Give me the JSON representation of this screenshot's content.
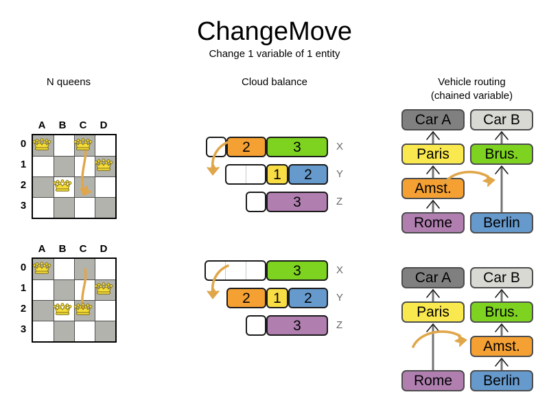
{
  "header": {
    "title": "ChangeMove",
    "subtitle": "Change 1 variable of 1 entity"
  },
  "sections": {
    "nqueens": {
      "title": "N queens"
    },
    "cloud": {
      "title": "Cloud balance"
    },
    "vehicle": {
      "title_line1": "Vehicle routing",
      "title_line2": "(chained variable)"
    }
  },
  "nqueens": {
    "files": [
      "A",
      "B",
      "C",
      "D"
    ],
    "ranks": [
      "0",
      "1",
      "2",
      "3"
    ],
    "before": {
      "queens": [
        {
          "file": 0,
          "rank": 0
        },
        {
          "file": 2,
          "rank": 0
        },
        {
          "file": 3,
          "rank": 1
        },
        {
          "file": 1,
          "rank": 2
        }
      ],
      "move": {
        "from_file": 2,
        "from_rank": 0,
        "to_file": 2,
        "to_rank": 2
      }
    },
    "after": {
      "queens": [
        {
          "file": 0,
          "rank": 0
        },
        {
          "file": 3,
          "rank": 1
        },
        {
          "file": 1,
          "rank": 2
        },
        {
          "file": 2,
          "rank": 2
        }
      ],
      "move": {
        "from_file": 2,
        "from_rank": 0,
        "to_file": 2,
        "to_rank": 2
      }
    }
  },
  "cloud": {
    "row_labels": [
      "X",
      "Y",
      "Z"
    ],
    "before": [
      {
        "label": "X",
        "segments": [
          {
            "value": "",
            "color": "#ffffff",
            "width": 30,
            "empty": true
          },
          {
            "value": "2",
            "color": "#f5a033",
            "width": 58
          },
          {
            "value": "3",
            "color": "#7ed321",
            "width": 90
          }
        ]
      },
      {
        "label": "Y",
        "segments": [
          {
            "value": "",
            "color": "#ffffff",
            "width": 60,
            "empty": true
          },
          {
            "value": "1",
            "color": "#f9dd45",
            "width": 32
          },
          {
            "value": "2",
            "color": "#6699cc",
            "width": 58
          }
        ]
      },
      {
        "label": "Z",
        "segments": [
          {
            "value": "",
            "color": "#ffffff",
            "width": 30,
            "empty": true
          },
          {
            "value": "3",
            "color": "#b07fb0",
            "width": 90
          }
        ]
      }
    ],
    "after": [
      {
        "label": "X",
        "segments": [
          {
            "value": "",
            "color": "#ffffff",
            "width": 90,
            "empty": true
          },
          {
            "value": "3",
            "color": "#7ed321",
            "width": 90
          }
        ]
      },
      {
        "label": "Y",
        "segments": [
          {
            "value": "2",
            "color": "#f5a033",
            "width": 58
          },
          {
            "value": "1",
            "color": "#f9dd45",
            "width": 32
          },
          {
            "value": "2",
            "color": "#6699cc",
            "width": 58
          }
        ]
      },
      {
        "label": "Z",
        "segments": [
          {
            "value": "",
            "color": "#ffffff",
            "width": 30,
            "empty": true
          },
          {
            "value": "3",
            "color": "#b07fb0",
            "width": 90
          }
        ]
      }
    ]
  },
  "vehicle": {
    "before": {
      "car_a": {
        "label": "Car A",
        "color": "#808080"
      },
      "car_b": {
        "label": "Car B",
        "color": "#d9d9d4"
      },
      "nodes": [
        {
          "label": "Paris",
          "color": "#f9e94e",
          "column": "a",
          "level": 1
        },
        {
          "label": "Amst.",
          "color": "#f5a033",
          "column": "a",
          "level": 2
        },
        {
          "label": "Rome",
          "color": "#b07fb0",
          "column": "a",
          "level": 3
        },
        {
          "label": "Brus.",
          "color": "#7ed321",
          "column": "b",
          "level": 1
        },
        {
          "label": "Berlin",
          "color": "#6699cc",
          "column": "b",
          "level": 3
        }
      ],
      "move_arrow": "amst-moves-right"
    },
    "after": {
      "car_a": {
        "label": "Car A",
        "color": "#808080"
      },
      "car_b": {
        "label": "Car B",
        "color": "#d9d9d4"
      },
      "nodes": [
        {
          "label": "Paris",
          "color": "#f9e94e",
          "column": "a",
          "level": 1
        },
        {
          "label": "Rome",
          "color": "#b07fb0",
          "column": "a",
          "level": 3
        },
        {
          "label": "Brus.",
          "color": "#7ed321",
          "column": "b",
          "level": 1
        },
        {
          "label": "Amst.",
          "color": "#f5a033",
          "column": "b",
          "level": 2
        },
        {
          "label": "Berlin",
          "color": "#6699cc",
          "column": "b",
          "level": 3
        }
      ],
      "move_arrow": "amst-arrives-right"
    }
  },
  "colors": {
    "orange": "#f5a033",
    "green": "#7ed321",
    "yellow": "#f9e94e",
    "blue": "#6699cc",
    "purple": "#b07fb0",
    "gray_dark": "#808080",
    "gray_light": "#d9d9d4",
    "board_dark": "#b3b3ae",
    "board_light": "#ffffff",
    "move_arrow": "#e0a64a",
    "queen_gold": "#f5dd3a",
    "label_gray": "#666666"
  }
}
